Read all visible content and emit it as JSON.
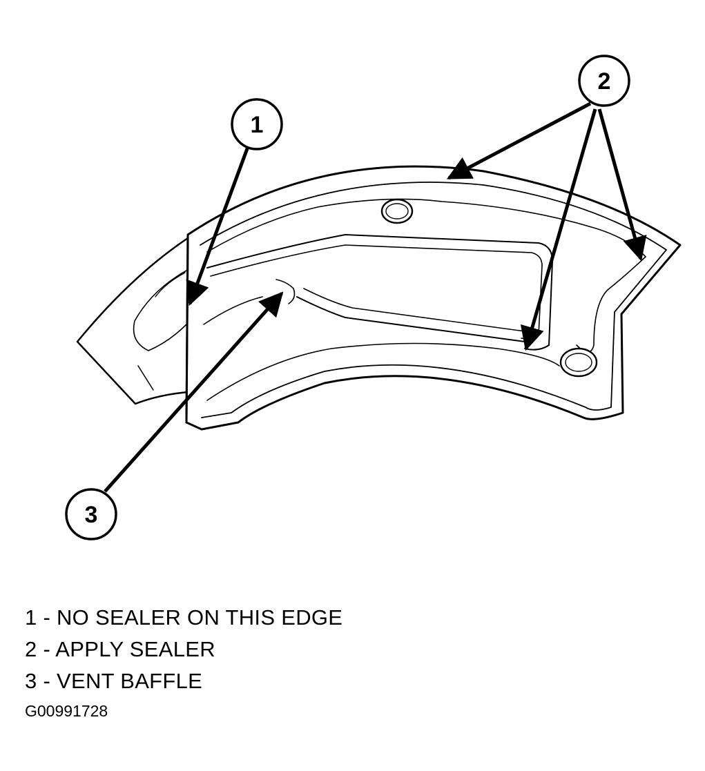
{
  "callouts": [
    {
      "number": "1"
    },
    {
      "number": "2"
    },
    {
      "number": "3"
    }
  ],
  "legend": [
    {
      "text": "1 - NO SEALER ON THIS EDGE"
    },
    {
      "text": "2 - APPLY SEALER"
    },
    {
      "text": "3 - VENT BAFFLE"
    }
  ],
  "figure_id": "G00991728"
}
